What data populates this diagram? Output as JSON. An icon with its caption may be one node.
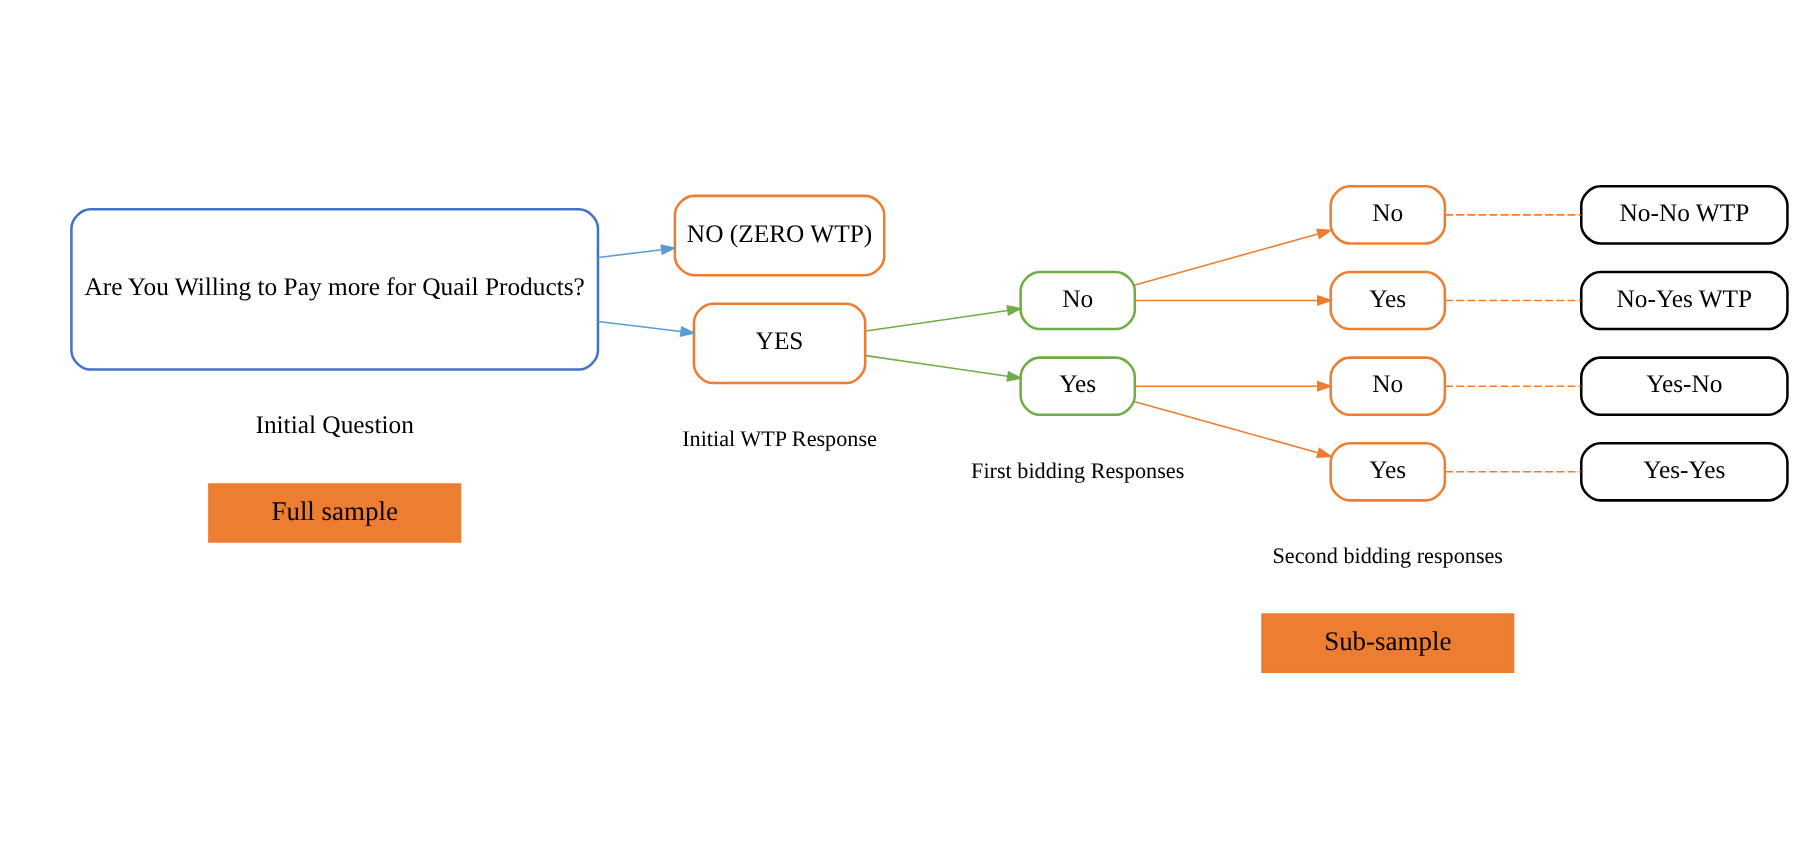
{
  "diagram": {
    "nodes": [
      {
        "text": [
          "Are You Willing to Pay more for Quail Products?"
        ],
        "beside": [
          "Initial Question"
        ]
      },
      {
        "text": [
          "NO (ZERO WTP)"
        ]
      },
      {
        "text": [
          "YES"
        ]
      },
      {
        "text": [
          "No"
        ]
      },
      {
        "text": [
          "Yes"
        ]
      },
      {
        "text": [
          "No"
        ]
      },
      {
        "text": [
          "Yes"
        ]
      },
      {
        "text": [
          "No"
        ]
      },
      {
        "text": [
          "Yes"
        ]
      },
      {
        "text": [
          "No-No WTP"
        ]
      },
      {
        "text": [
          "No-Yes WTP"
        ]
      },
      {
        "text": [
          "Yes-No"
        ]
      },
      {
        "text": [
          "Yes-Yes"
        ]
      }
    ],
    "edges": [
      {
        "from": 0,
        "to": 1,
        "arrow": "to",
        "color": "#5b9bd5"
      },
      {
        "from": 0,
        "to": 2,
        "arrow": "to",
        "color": "#5b9bd5"
      },
      {
        "from": 2,
        "to": 3,
        "arrow": "to",
        "color": "#70ad47"
      },
      {
        "from": 2,
        "to": 4,
        "arrow": "to",
        "color": "#70ad47"
      },
      {
        "from": 3,
        "to": 5,
        "arrow": "to"
      },
      {
        "from": 3,
        "to": 6,
        "arrow": "to"
      },
      {
        "from": 4,
        "to": 7,
        "arrow": "to"
      },
      {
        "from": 4,
        "to": 8,
        "arrow": "to"
      },
      {
        "from": 5,
        "to": 9,
        "arrow": "none",
        "style": "dashed"
      },
      {
        "from": 6,
        "to": 10,
        "arrow": "none",
        "style": "dashed"
      },
      {
        "from": 7,
        "to": 11,
        "arrow": "none",
        "style": "dashed"
      },
      {
        "from": 8,
        "to": 12,
        "arrow": "none",
        "style": "dashed"
      }
    ],
    "labels": [
      "Full sample",
      "Sub-sample",
      "Initial WTP Response",
      "First bidding Responses",
      "Second bidding responses"
    ]
  }
}
